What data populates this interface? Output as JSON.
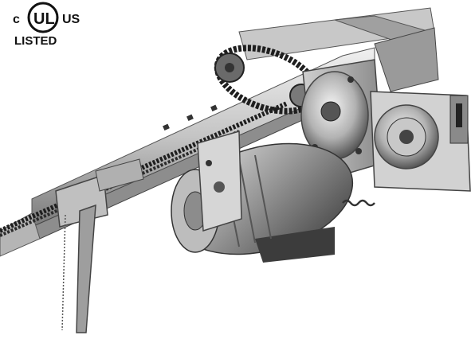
{
  "certification": {
    "left_letter": "c",
    "mark": "UL",
    "right_letters": "US",
    "status": "LISTED"
  },
  "colors": {
    "background": "#ffffff",
    "metal_light": "#d8d8d8",
    "metal_mid": "#a8a8a8",
    "metal_dark": "#5a5a5a",
    "chain": "#1e1e1e",
    "ink": "#111111"
  },
  "product": {
    "icon": "garage-door-operator-photo"
  }
}
